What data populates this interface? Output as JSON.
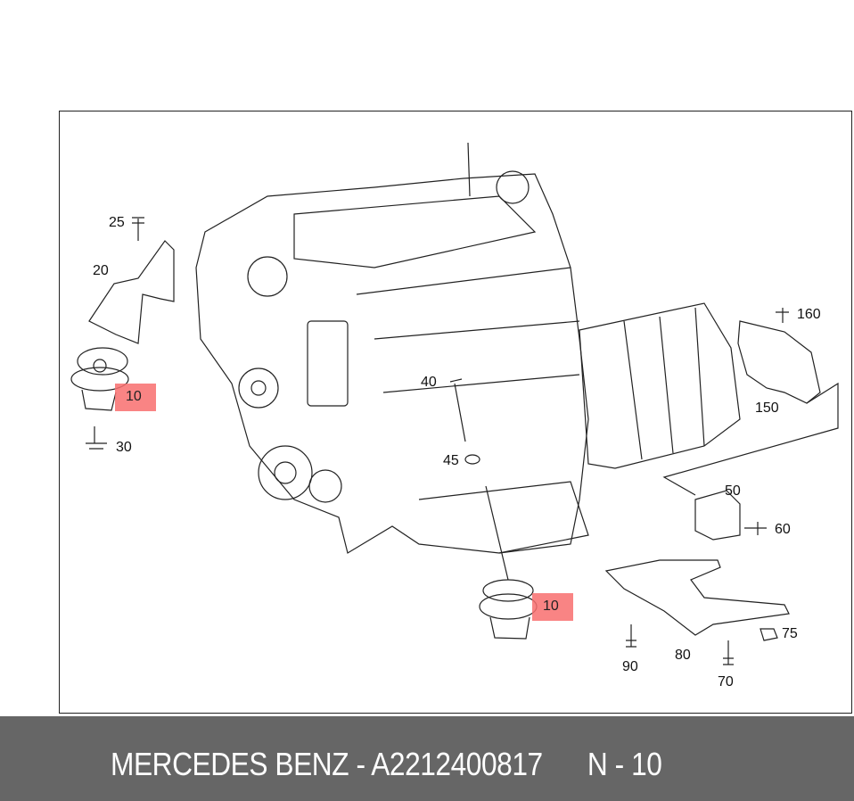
{
  "diagram": {
    "callouts": [
      "25",
      "20",
      "10",
      "30",
      "40",
      "45",
      "160",
      "150",
      "50",
      "60",
      "10",
      "75",
      "90",
      "80",
      "70"
    ],
    "highlight_color": "#f87878",
    "highlighted_part": "10"
  },
  "banner": {
    "text": "MERCEDES BENZ - A2212400817      N - 10",
    "background": "#666666"
  }
}
